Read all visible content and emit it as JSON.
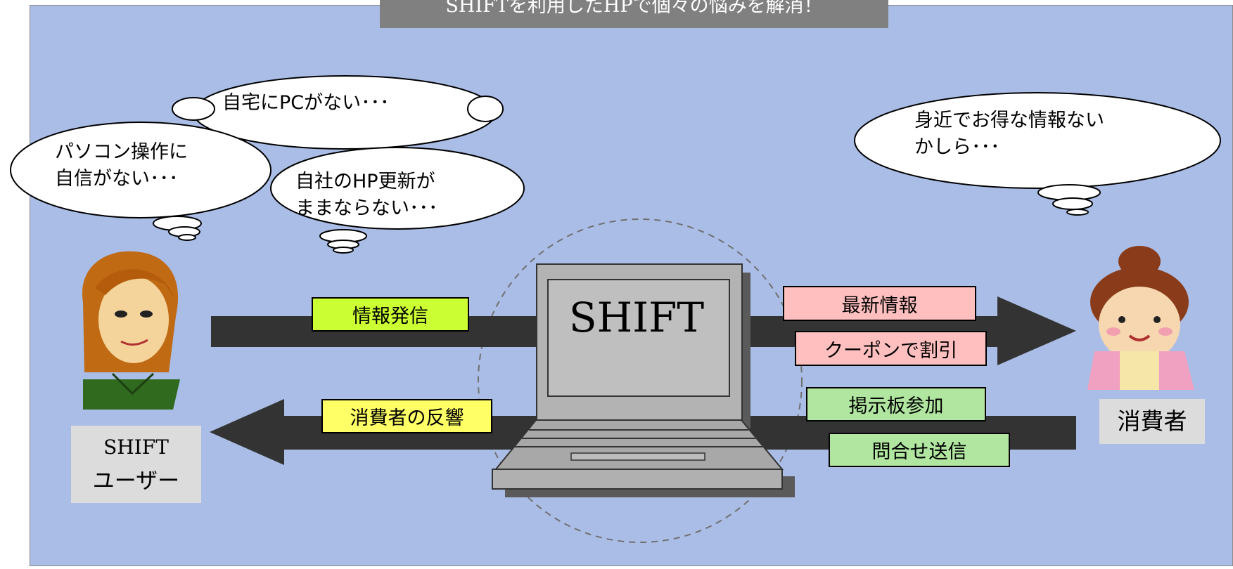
{
  "title": "SHIFTを利用したHPで個々の悩みを解消！",
  "center_label": "SHIFT",
  "user_label_line1": "SHIFT",
  "user_label_line2": "ユーザー",
  "consumer_label": "消費者",
  "thoughts": {
    "no_pc_line1": "自宅にPCがない･･･",
    "pc_skill_line1": "パソコン操作に",
    "pc_skill_line2": "自信がない･･･",
    "hp_update_line1": "自社のHP更新が",
    "hp_update_line2": "ままならない･･･",
    "consumer_line1": "身近でお得な情報ない",
    "consumer_line2": "かしら･･･"
  },
  "flows": {
    "send_info": "情報発信",
    "consumer_response": "消費者の反響",
    "latest_info": "最新情報",
    "coupon": "クーポンで割引",
    "bbs": "掲示板参加",
    "inquiry": "問合せ送信"
  },
  "colors": {
    "background": "#aabde6",
    "arrow": "#333333",
    "title_bar": "#808080",
    "send_label": "#ccff33",
    "response_label": "#ffff66",
    "consumer_benefit_label": "#ffbfbf",
    "consumer_action_label": "#b0e6a0"
  }
}
